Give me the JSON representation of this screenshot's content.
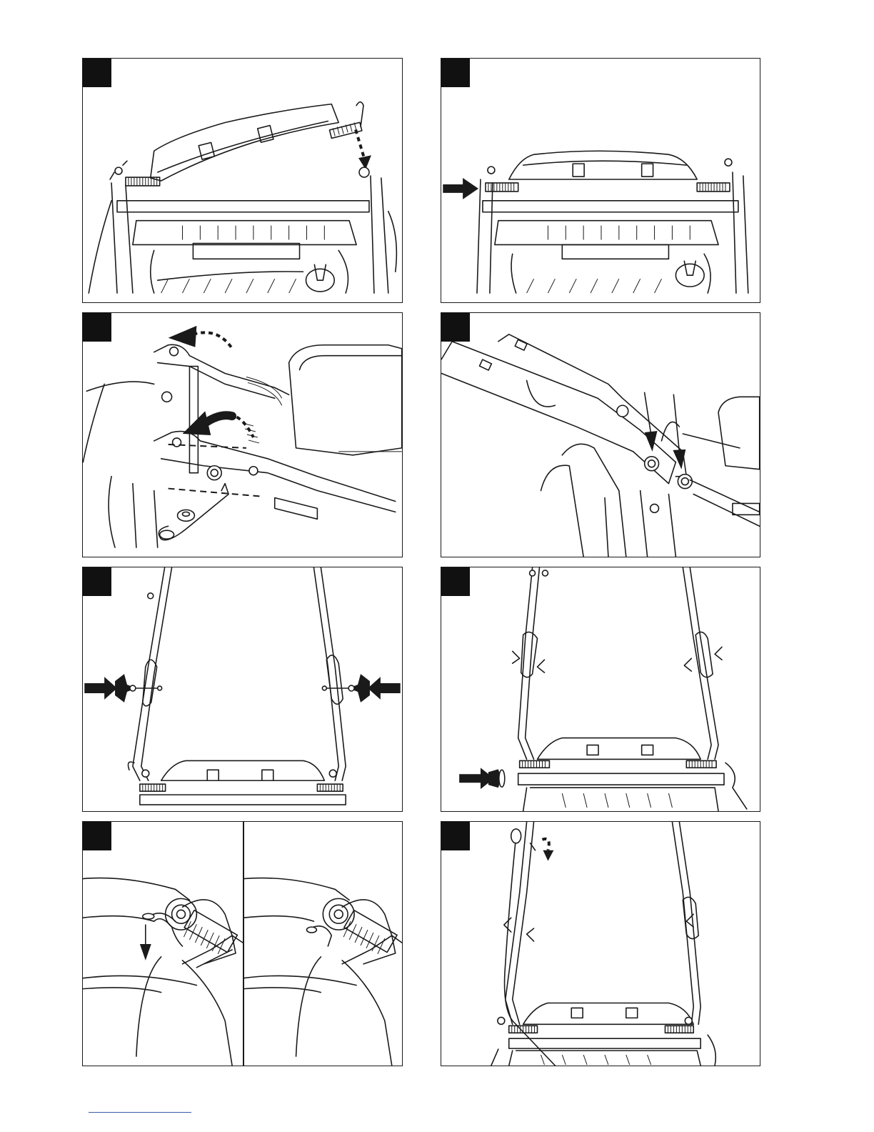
{
  "panels": [
    {
      "id": 1,
      "badge": "",
      "content": "mower-handle-spring-assembly"
    },
    {
      "id": 2,
      "badge": "",
      "content": "mower-handle-spring-pushed"
    },
    {
      "id": 3,
      "badge": "",
      "content": "handle-bracket-rotate"
    },
    {
      "id": 4,
      "badge": "",
      "content": "lower-handle-bolts"
    },
    {
      "id": 5,
      "badge": "",
      "content": "upper-handle-knobs"
    },
    {
      "id": 6,
      "badge": "",
      "content": "handle-cap-insert"
    },
    {
      "id": 7,
      "badge": "",
      "content": "retaining-clip-detail"
    },
    {
      "id": 8,
      "badge": "",
      "content": "cable-routing"
    }
  ],
  "colors": {
    "line": "#1a1a1a",
    "badge": "#111111",
    "footer_rule": "#3a5aa8"
  }
}
